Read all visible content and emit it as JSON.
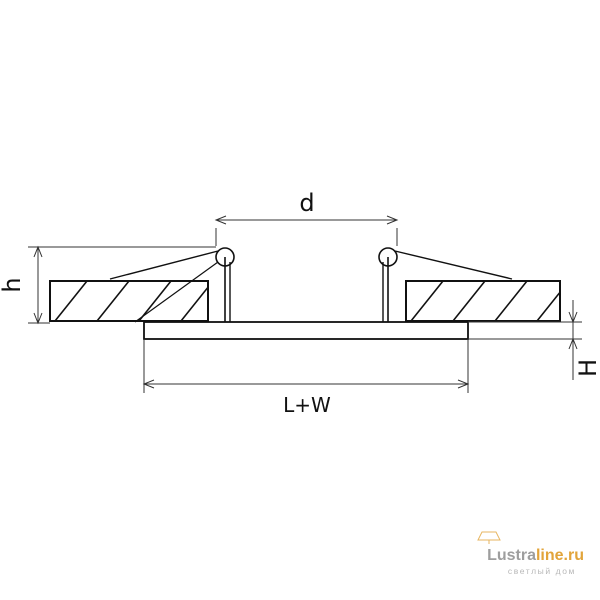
{
  "dimensions": {
    "d": "d",
    "h": "h",
    "H": "H",
    "lw": "L+W"
  },
  "watermark": {
    "brand_part1": "Lustra",
    "brand_part2": "line.ru",
    "tagline": "светлый дом",
    "colors": {
      "primary": "#9e9e9e",
      "accent": "#e2a43a"
    }
  },
  "colors": {
    "line": "#111111",
    "dimension_line": "#333333"
  }
}
